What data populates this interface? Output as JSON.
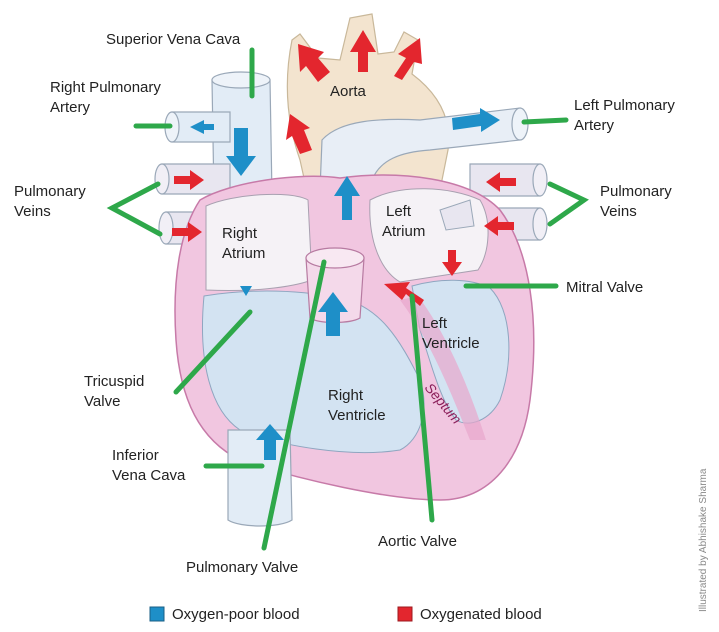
{
  "labels": {
    "superior_vena_cava": "Superior Vena Cava",
    "aorta": "Aorta",
    "right_pulmonary_artery_1": "Right Pulmonary",
    "right_pulmonary_artery_2": "Artery",
    "left_pulmonary_artery_1": "Left Pulmonary",
    "left_pulmonary_artery_2": "Artery",
    "pulmonary_veins_left_1": "Pulmonary",
    "pulmonary_veins_left_2": "Veins",
    "pulmonary_veins_right_1": "Pulmonary",
    "pulmonary_veins_right_2": "Veins",
    "right_atrium_1": "Right",
    "right_atrium_2": "Atrium",
    "left_atrium_1": "Left",
    "left_atrium_2": "Atrium",
    "mitral_valve": "Mitral Valve",
    "left_ventricle_1": "Left",
    "left_ventricle_2": "Ventricle",
    "tricuspid_valve_1": "Tricuspid",
    "tricuspid_valve_2": "Valve",
    "right_ventricle_1": "Right",
    "right_ventricle_2": "Ventricle",
    "septum": "Septum",
    "inferior_vena_cava_1": "Inferior",
    "inferior_vena_cava_2": "Vena Cava",
    "aortic_valve": "Aortic Valve",
    "pulmonary_valve": "Pulmonary Valve"
  },
  "legend": {
    "oxygen_poor": "Oxygen-poor blood",
    "oxygenated": "Oxygenated blood"
  },
  "credit": "Illustrated by Abhishake Sharma",
  "colors": {
    "oxygen_poor": "#1e8fc8",
    "oxygenated": "#e3262e",
    "pointer": "#2ea84a",
    "vessel_blue": "#e2ecf6",
    "aorta_fill": "#f3e4cf",
    "heart_wall": "#f1c6e0",
    "chamber_blue": "#d3e3f2"
  }
}
